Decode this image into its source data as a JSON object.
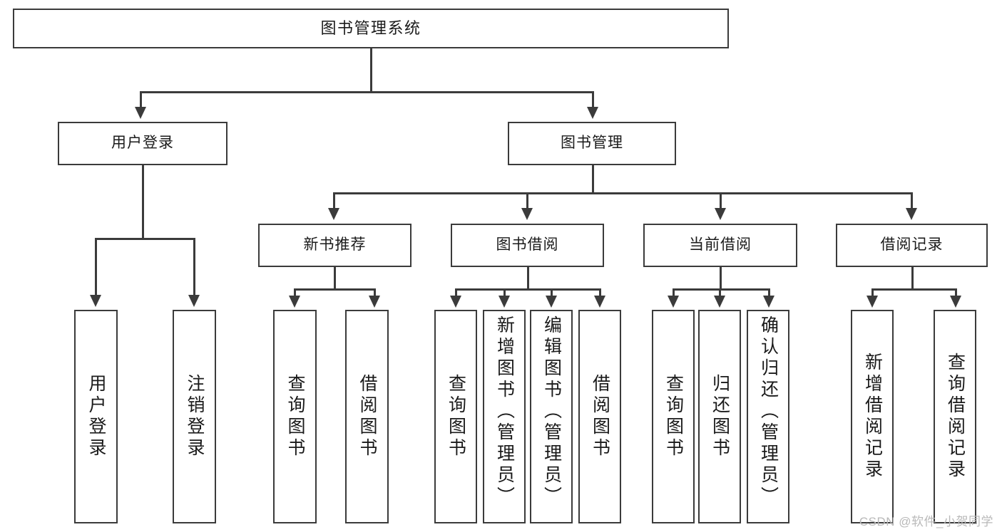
{
  "diagram": {
    "title": "图书管理系统",
    "type": "tree-hierarchy",
    "colors": {
      "stroke": "#3b3b3b",
      "box_fill": "#ffffff",
      "text": "#1a1a1a",
      "background": "#ffffff",
      "watermark": "#b9b9b9"
    },
    "root": {
      "label": "图书管理系统"
    },
    "level2": [
      {
        "label": "用户登录"
      },
      {
        "label": "图书管理"
      }
    ],
    "level3": [
      {
        "label": "新书推荐"
      },
      {
        "label": "图书借阅"
      },
      {
        "label": "当前借阅"
      },
      {
        "label": "借阅记录"
      }
    ],
    "leaves": {
      "user_login": [
        {
          "label": "用户登录"
        },
        {
          "label": "注销登录"
        }
      ],
      "new_book_recommend": [
        {
          "label": "查询图书"
        },
        {
          "label": "借阅图书"
        }
      ],
      "book_borrow": [
        {
          "label": "查询图书"
        },
        {
          "label": "新增图书（管理员）"
        },
        {
          "label": "编辑图书（管理员）"
        },
        {
          "label": "借阅图书"
        }
      ],
      "current_borrow": [
        {
          "label": "查询图书"
        },
        {
          "label": "归还图书"
        },
        {
          "label": "确认归还（管理员）"
        }
      ],
      "borrow_record": [
        {
          "label": "新增借阅记录"
        },
        {
          "label": "查询借阅记录"
        }
      ]
    }
  },
  "watermark": {
    "text": "CSDN @软件_小贺同学"
  }
}
